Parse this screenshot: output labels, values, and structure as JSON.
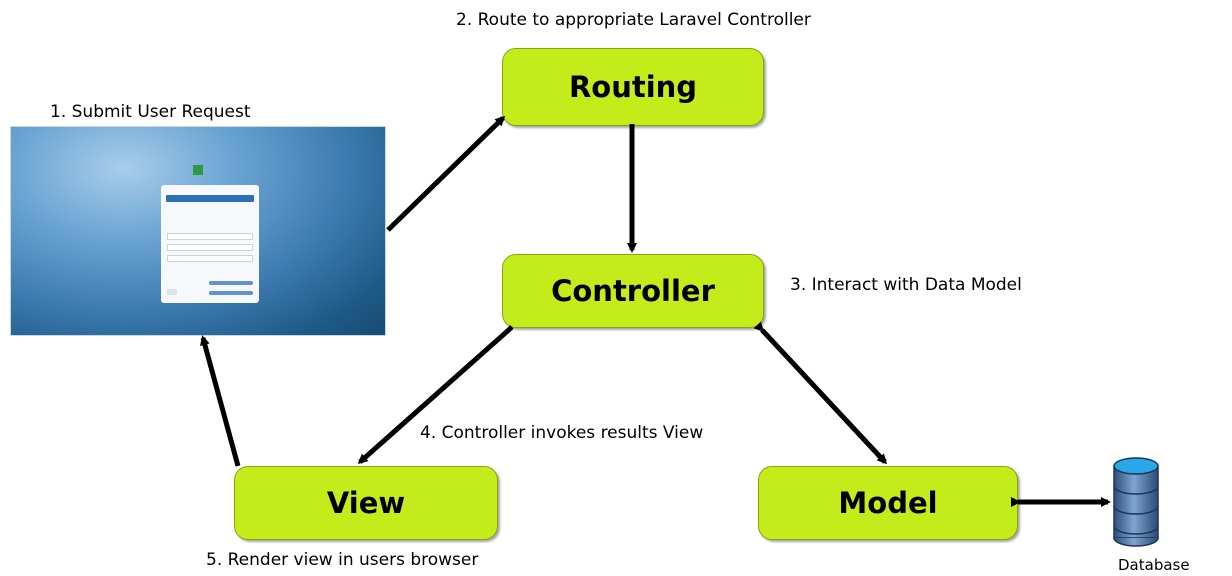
{
  "steps": {
    "step1": "1. Submit User Request",
    "step2": "2. Route to appropriate Laravel Controller",
    "step3": "3. Interact with Data Model",
    "step4": "4. Controller invokes results View",
    "step5": "5. Render view in users browser"
  },
  "nodes": {
    "routing": "Routing",
    "controller": "Controller",
    "view": "View",
    "model": "Model",
    "database": "Database"
  },
  "colors": {
    "node_fill": "#c4ec1a",
    "arrow": "#000000"
  },
  "icons": {
    "database": "database-cylinder-icon",
    "screenshot": "login-page-screenshot"
  }
}
